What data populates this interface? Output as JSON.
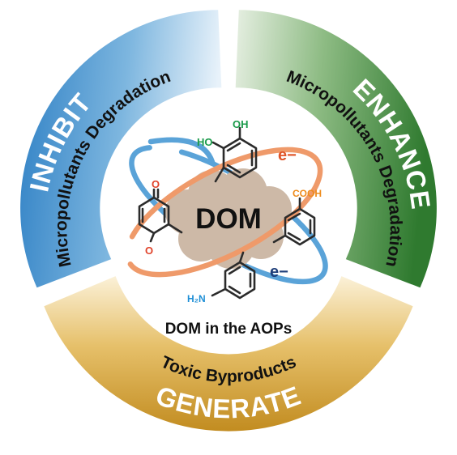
{
  "segments": {
    "inhibit": {
      "verb": "INHIBIT",
      "subject": "Micropollutants Degradation"
    },
    "enhance": {
      "verb": "ENHANCE",
      "subject": "Micropollutants Degradation"
    },
    "generate": {
      "verb": "GENERATE",
      "subject": "Toxic Byproducts"
    }
  },
  "center": {
    "label": "DOM",
    "caption": "DOM in the AOPs",
    "electron_label_top": "e−",
    "electron_label_bottom": "e−"
  },
  "molecules": {
    "catechol": {
      "group_oh_top": "OH",
      "group_oh_left": "HO"
    },
    "benzoic": {
      "group": "COOH"
    },
    "quinone": {
      "group_top": "O",
      "group_bottom": "O"
    },
    "aniline": {
      "group": "H₂N"
    }
  },
  "colors": {
    "inhibit": "#3f8fcf",
    "enhance": "#3f8a3a",
    "generate": "#c99a2e",
    "cloud": "#cdb9a7",
    "orbit_blue": "#5aa3d8",
    "orbit_orange": "#ef9a6a",
    "electron": "#e0562a",
    "oh_group": "#1a9a4a",
    "cooh_group": "#ee8b1b",
    "quinone_o": "#e0432b",
    "nh2_group": "#1f8fd6"
  }
}
